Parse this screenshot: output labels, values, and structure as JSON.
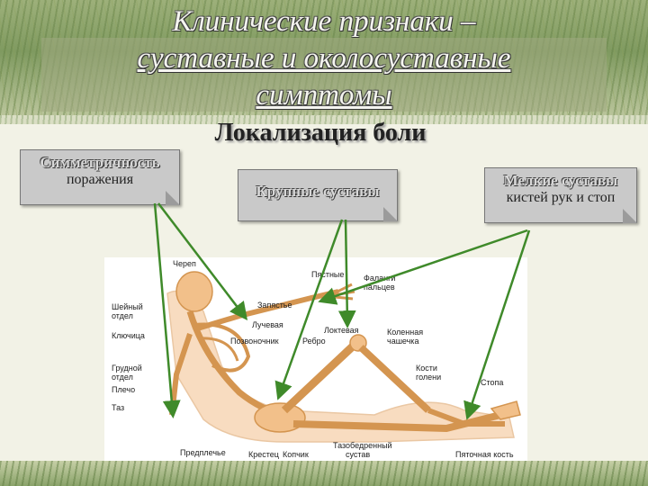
{
  "slide": {
    "title_line1": "Клинические признаки –",
    "title_line2": "суставные и околосуставные",
    "title_line3": "симптомы",
    "subtitle": "Локализация боли"
  },
  "callouts": {
    "symmetry_bold": "Симметричность",
    "symmetry_text": "поражения",
    "large_joints": "Крупные суставы",
    "small_joints_bold": "Мелкие суставы",
    "small_joints_text": "кистей рук и стоп"
  },
  "figure_labels": {
    "cherep": "Череп",
    "sheyniy_1": "Шейный",
    "sheyniy_2": "отдел",
    "klyuchitsa": "Ключица",
    "grudnoy_1": "Грудной",
    "grudnoy_2": "отдел",
    "plecho": "Плечо",
    "taz": "Таз",
    "predplechye": "Предплечье",
    "krestets": "Крестец",
    "kopchik": "Копчик",
    "tazobedr_1": "Тазобедренный",
    "tazobedr_2": "сустав",
    "zapyastye": "Запястье",
    "pyastnye": "Пястные",
    "falangi_1": "Фаланги",
    "falangi_2": "пальцев",
    "luchevaya": "Лучевая",
    "pozvonochnik": "Позвоночник",
    "rebro": "Ребро",
    "loktevaya": "Локтевая",
    "kolennaya_1": "Коленная",
    "kolennaya_2": "чашечка",
    "kosti_1": "Кости",
    "kosti_2": "голени",
    "stopa": "Стопа",
    "pyatochnaya": "Пяточная кость"
  },
  "colors": {
    "bone": "#f2c08a",
    "bone_stroke": "#d49550",
    "arrow": "#3f8a2a"
  }
}
